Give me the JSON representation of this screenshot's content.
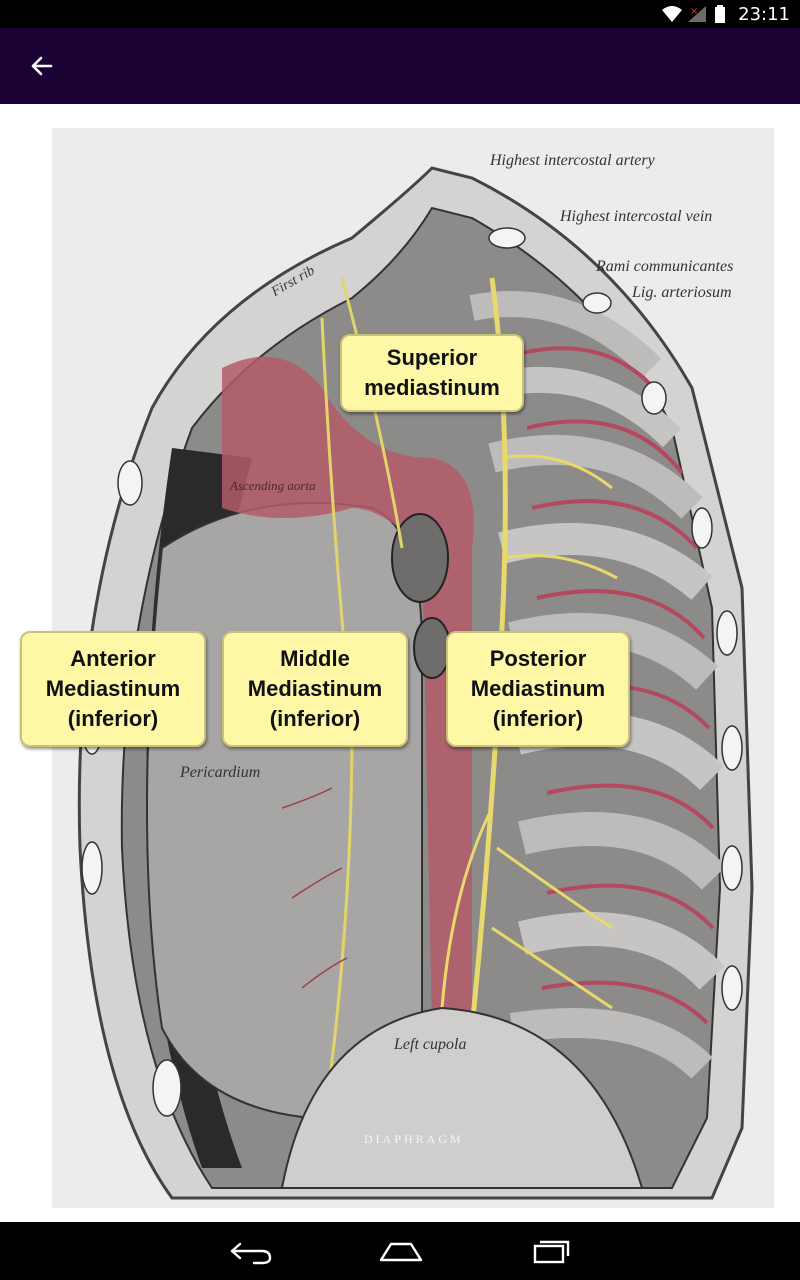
{
  "status_bar": {
    "time": "23:11",
    "icons": [
      "wifi-icon",
      "signal-off-icon",
      "battery-icon"
    ]
  },
  "app_bar": {
    "back_icon": "arrow-left-icon",
    "background": "#1a0334"
  },
  "figure": {
    "callouts": {
      "highest_intercostal_artery": "Highest intercostal artery",
      "highest_intercostal_vein": "Highest intercostal vein",
      "rami_communicantes": "Rami communicantes",
      "lig_arteriosum": "Lig. arteriosum",
      "first_rib": "First rib",
      "ascending_aorta": "Ascending aorta",
      "pericardium": "Pericardium",
      "left_cupola": "Left cupola",
      "diaphragm": "DIAPHRAGM"
    },
    "labels": {
      "superior": [
        "Superior",
        "mediastinum"
      ],
      "anterior": [
        "Anterior",
        "Mediastinum",
        "(inferior)"
      ],
      "middle": [
        "Middle",
        "Mediastinum",
        "(inferior)"
      ],
      "posterior": [
        "Posterior",
        "Mediastinum",
        "(inferior)"
      ]
    },
    "label_color": "#fdf7a6"
  },
  "nav_bar": {
    "buttons": [
      "back-icon",
      "home-icon",
      "recents-icon"
    ]
  }
}
